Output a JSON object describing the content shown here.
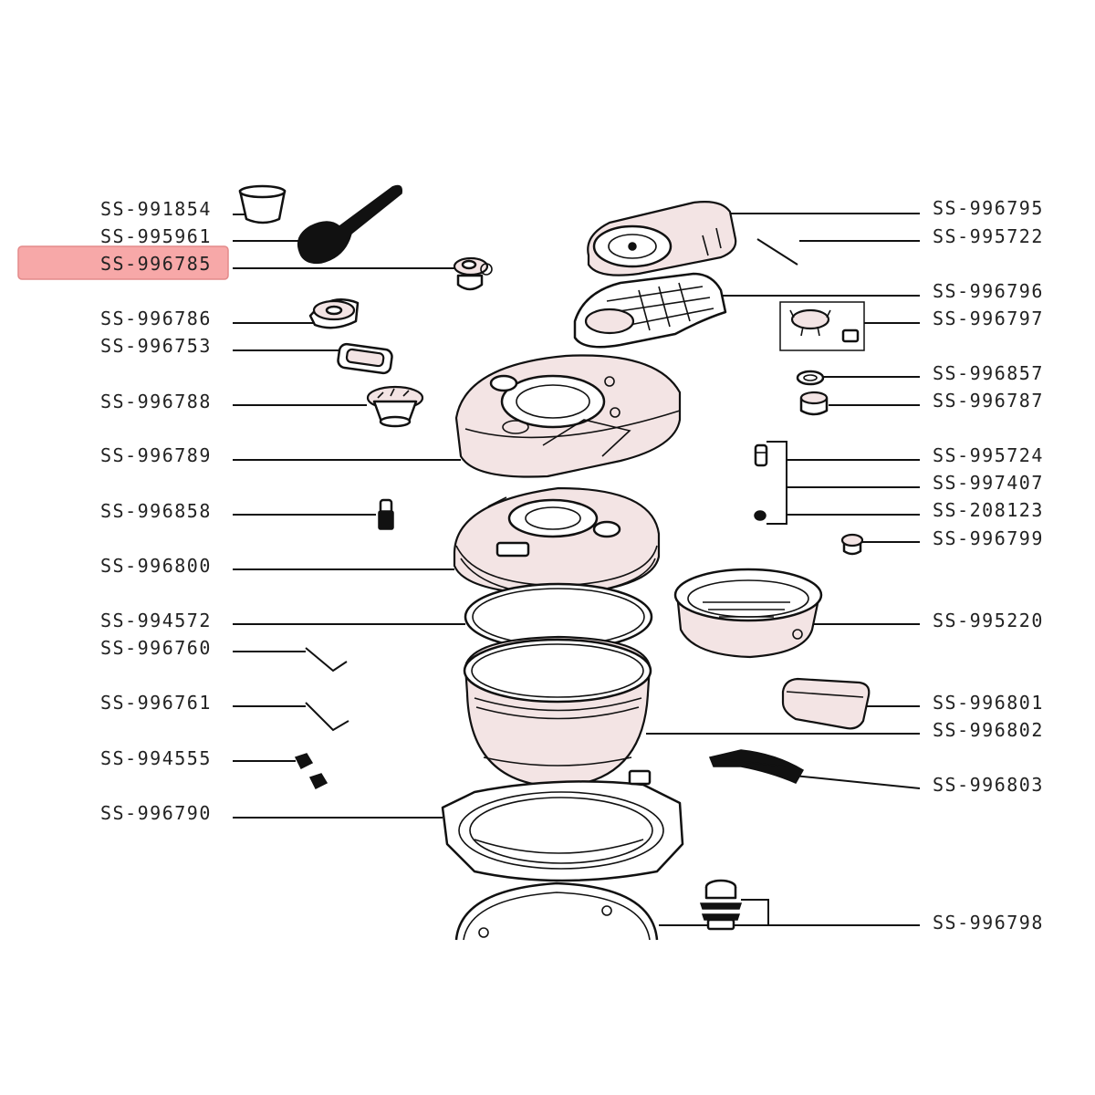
{
  "highlight_color": "#f7a8a8",
  "labels_left": [
    "SS-991854",
    "SS-995961",
    "SS-996785",
    "SS-996786",
    "SS-996753",
    "SS-996788",
    "SS-996789",
    "SS-996858",
    "SS-996800",
    "SS-994572",
    "SS-996760",
    "SS-996761",
    "SS-994555",
    "SS-996790"
  ],
  "labels_right": [
    "SS-996795",
    "SS-995722",
    "SS-996796",
    "SS-996797",
    "SS-996857",
    "SS-996787",
    "SS-995724",
    "SS-997407",
    "SS-208123",
    "SS-996799",
    "SS-995220",
    "SS-996801",
    "SS-996802",
    "SS-996803",
    "SS-996798"
  ],
  "highlighted_label": "SS-996785"
}
